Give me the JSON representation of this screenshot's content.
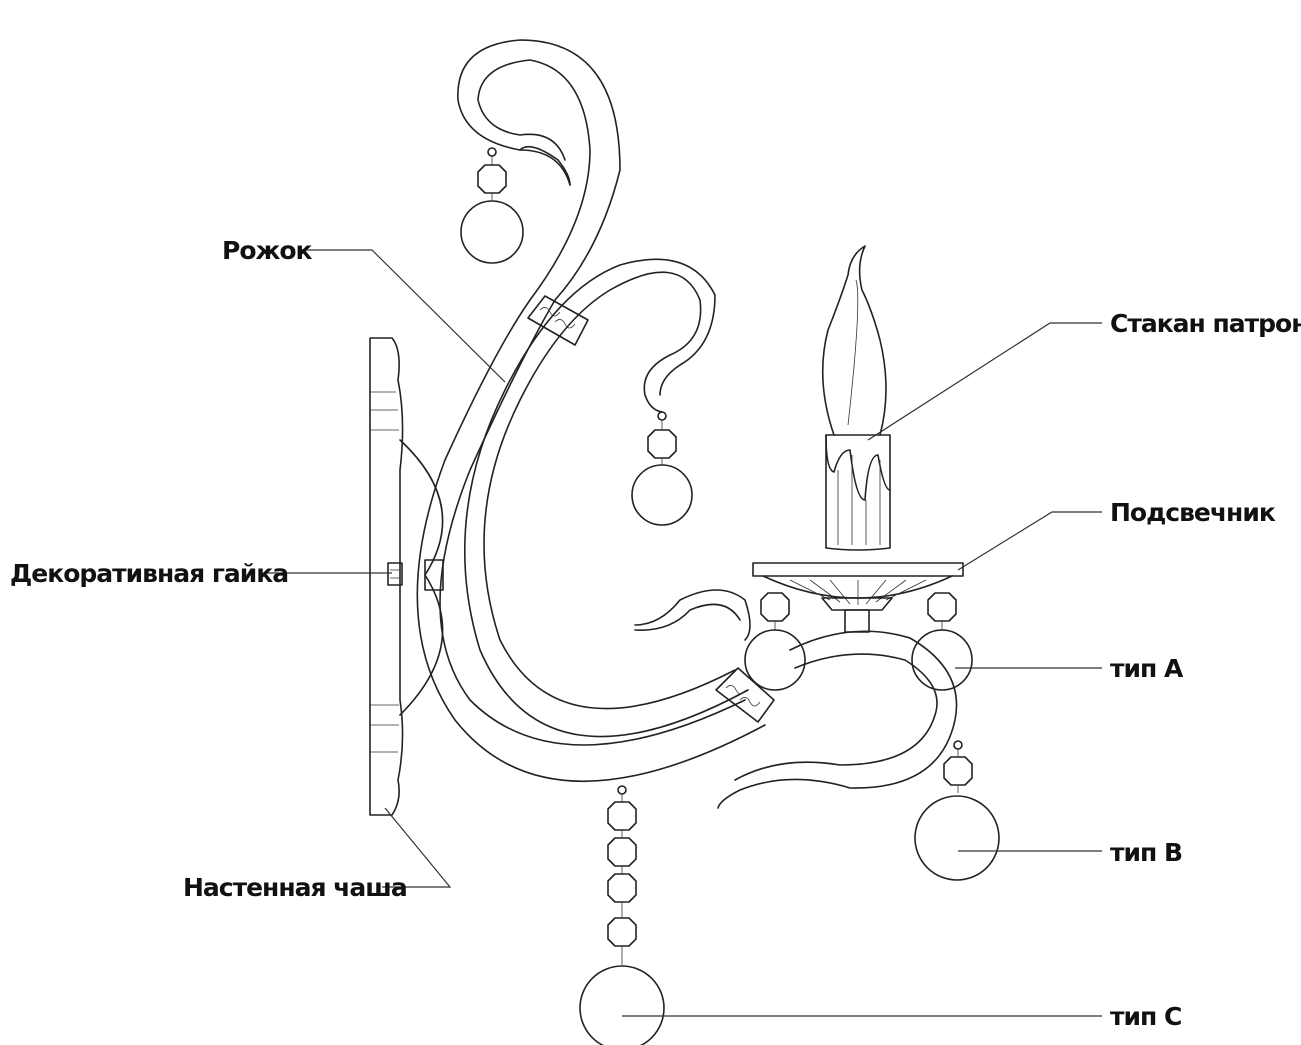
{
  "labels": {
    "horn": "Рожок",
    "socket_cup": "Стакан патрона",
    "candlestick": "Подсвечник",
    "decorative_nut": "Декоративная гайка",
    "type_a": "тип А",
    "type_b": "тип В",
    "wall_cup": "Настенная чаша",
    "type_c": "тип С"
  },
  "colors": {
    "line": "#222222",
    "background": "#ffffff",
    "text": "#111111"
  }
}
